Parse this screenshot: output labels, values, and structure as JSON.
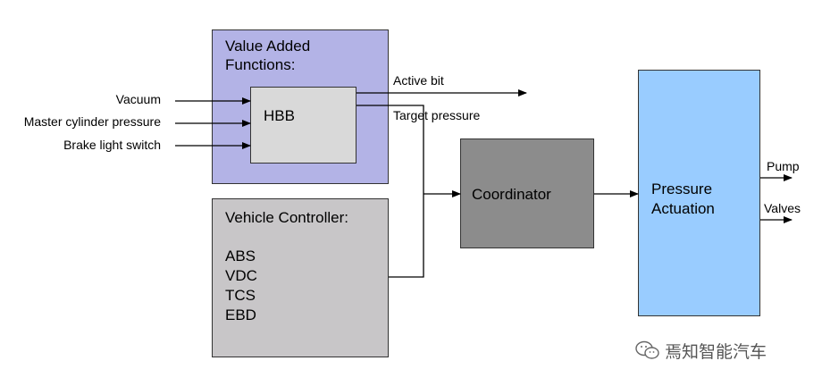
{
  "diagram": {
    "inputs": [
      "Vacuum",
      "Master cylinder pressure",
      "Brake light switch"
    ],
    "value_added": {
      "title_line1": "Value Added",
      "title_line2": "Functions:",
      "color": "#b3b3e6"
    },
    "hbb": {
      "label": "HBB",
      "color": "#d9d9d9"
    },
    "vehicle_controller": {
      "title": "Vehicle Controller:",
      "items": [
        "ABS",
        "VDC",
        "TCS",
        "EBD"
      ],
      "color": "#c8c6c8"
    },
    "coordinator": {
      "label": "Coordinator",
      "color": "#8c8c8c"
    },
    "pressure_actuation": {
      "line1": "Pressure",
      "line2": "Actuation",
      "color": "#99ccff"
    },
    "signals": {
      "active_bit": "Active bit",
      "target_pressure": "Target pressure"
    },
    "outputs": [
      "Pump",
      "Valves"
    ]
  },
  "watermark": {
    "text": "焉知智能汽车",
    "icon": "wechat-icon"
  }
}
